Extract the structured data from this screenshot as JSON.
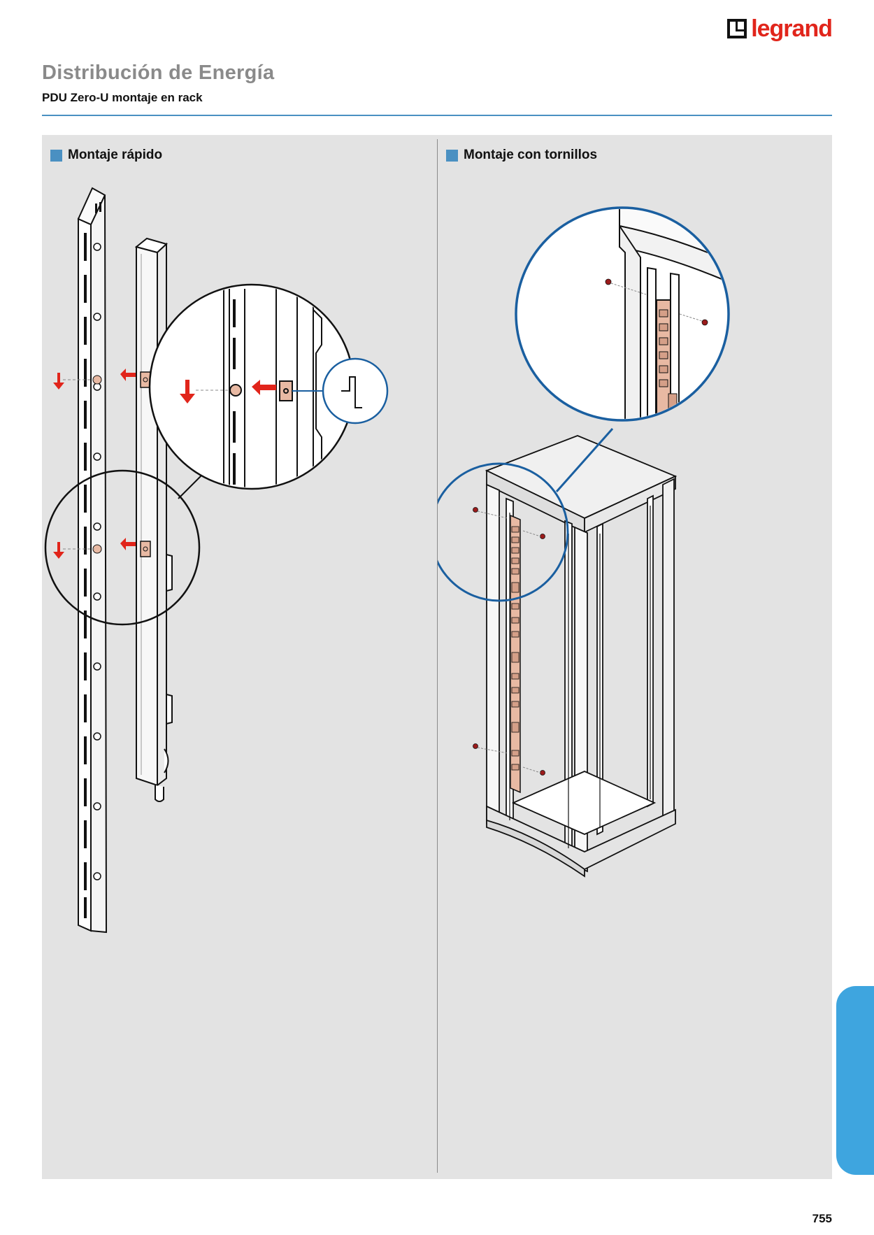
{
  "brand": {
    "name": "legrand",
    "color": "#e1251b"
  },
  "header": {
    "title": "Distribución de Energía",
    "subtitle": "PDU  Zero-U montaje en rack"
  },
  "sections": [
    {
      "label": "Montaje rápido",
      "illustration": "pdu-quick-mount-icon"
    },
    {
      "label": "Montaje con tornillos",
      "illustration": "rack-screw-mount-icon"
    }
  ],
  "colors": {
    "accent_blue": "#4a90c2",
    "tab_blue": "#3ea5df",
    "arrow_red": "#e1251b",
    "pdu_copper": "#e8b9a3",
    "panel_grey": "#e3e3e3"
  },
  "footer": {
    "page_number": "755"
  }
}
